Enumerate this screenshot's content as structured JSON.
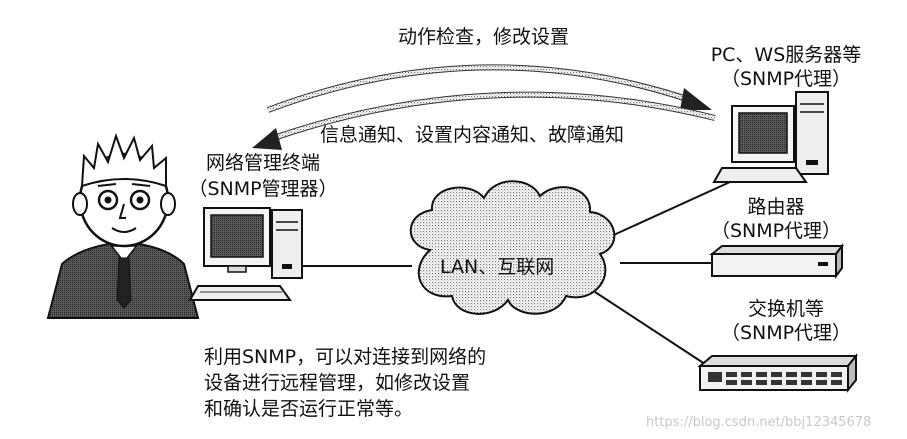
{
  "arrows": {
    "top_label": "动作检查，修改设置",
    "bottom_label": "信息通知、设置内容通知、故障通知"
  },
  "manager": {
    "title": "网络管理终端",
    "subtitle": "（SNMP管理器）"
  },
  "cloud": {
    "label": "LAN、互联网"
  },
  "agents": [
    {
      "title": "PC、WS服务器等",
      "subtitle": "（SNMP代理）"
    },
    {
      "title": "路由器",
      "subtitle": "（SNMP代理）"
    },
    {
      "title": "交换机等",
      "subtitle": "（SNMP代理）"
    }
  ],
  "caption": {
    "line1": "利用SNMP，可以对连接到网络的",
    "line2": "设备进行远程管理，如修改设置",
    "line3": "和确认是否运行正常等。"
  },
  "watermark": "https://blog.csdn.net/bbj12345678"
}
